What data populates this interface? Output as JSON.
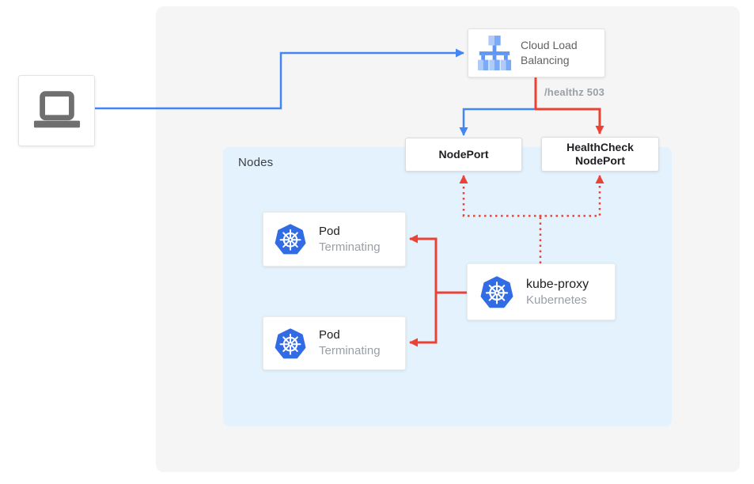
{
  "colors": {
    "blue": "#4285f4",
    "red": "#ea4335",
    "kubernetes_blue": "#326ce5",
    "panel_background": "#f5f5f5",
    "nodes_background": "#e3f2fd"
  },
  "client": {
    "icon": "laptop-icon"
  },
  "load_balancer": {
    "line1": "Cloud Load",
    "line2": "Balancing",
    "icon": "cloud-load-balancing-icon"
  },
  "health_check_label": "/healthz 503",
  "nodeport": {
    "label": "NodePort"
  },
  "healthcheck_nodeport": {
    "line1": "HealthCheck",
    "line2": "NodePort"
  },
  "nodes_panel": {
    "label": "Nodes"
  },
  "pods": [
    {
      "title": "Pod",
      "status": "Terminating",
      "icon": "kubernetes-icon"
    },
    {
      "title": "Pod",
      "status": "Terminating",
      "icon": "kubernetes-icon"
    }
  ],
  "kube_proxy": {
    "title": "kube-proxy",
    "subtitle": "Kubernetes",
    "icon": "kubernetes-icon"
  }
}
